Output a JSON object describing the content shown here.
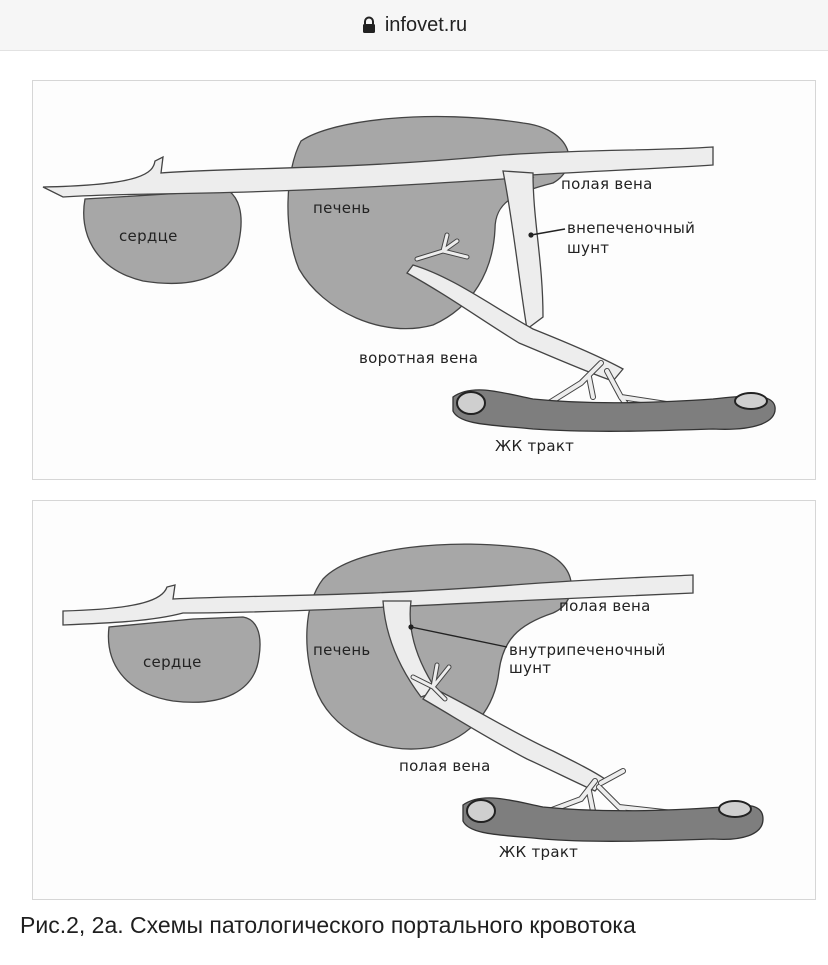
{
  "browser": {
    "url": "infovet.ru"
  },
  "figure1": {
    "label_vena_cava": "полая вена",
    "label_liver": "печень",
    "label_heart": "сердце",
    "label_shunt_line1": "внепеченочный",
    "label_shunt_line2": "шунт",
    "label_portal_vein": "воротная вена",
    "label_gi_tract": "ЖК тракт"
  },
  "figure2": {
    "label_vena_cava": "полая вена",
    "label_liver": "печень",
    "label_heart": "сердце",
    "label_shunt_line1": "внутрипеченочный",
    "label_shunt_line2": "шунт",
    "label_portal_vein": "полая вена",
    "label_gi_tract": "ЖК тракт"
  },
  "caption": "Рис.2, 2а. Схемы патологического портального кровотока",
  "colors": {
    "organ": "#a7a7a7",
    "vessel": "#ededed",
    "intestine": "#7e7e7e",
    "outline": "#444444"
  }
}
